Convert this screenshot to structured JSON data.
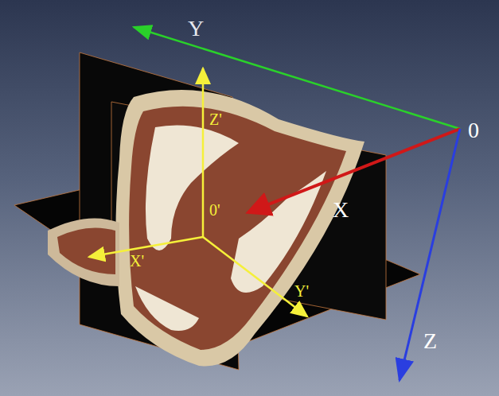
{
  "diagram": {
    "labels": [
      "Y",
      "0",
      "Z'",
      "0'",
      "X",
      "X'",
      "Y'",
      "Z"
    ]
  }
}
